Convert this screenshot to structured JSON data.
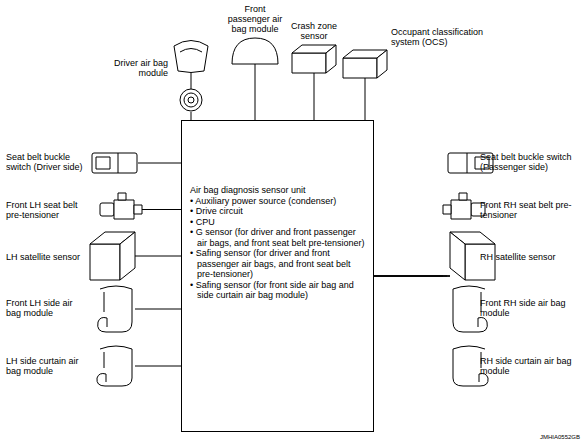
{
  "diagram": {
    "nodes": [
      {
        "text": [
          "Driver air bag module"
        ]
      },
      {
        "text": [
          "Front passenger air bag module"
        ]
      },
      {
        "text": [
          "Crash zone sensor"
        ]
      },
      {
        "text": [
          "Occupant classification system (OCS)"
        ]
      },
      {
        "text": [
          "Seat belt buckle switch (Driver side)"
        ]
      },
      {
        "text": [
          "Seat belt buckle switch (Passenger side)"
        ]
      },
      {
        "text": [
          "Front LH seat belt pre-tensioner"
        ]
      },
      {
        "text": [
          "Front RH seat belt pre-tensioner"
        ]
      },
      {
        "text": [
          "LH satellite sensor"
        ]
      },
      {
        "text": [
          "RH satellite sensor"
        ]
      },
      {
        "text": [
          "Front LH side air bag module"
        ]
      },
      {
        "text": [
          "Front RH side air bag module"
        ]
      },
      {
        "text": [
          "LH side curtain air bag module"
        ]
      },
      {
        "text": [
          "RH side curtain air bag module"
        ]
      },
      {
        "text": [
          "Air bag diagnosis sensor unit",
          "• Auxiliary power source (condenser)",
          "• Drive circuit",
          "• CPU",
          "• G sensor (for driver and front passenger air bags, and front seat belt pre-tensioner)",
          "• Safing sensor (for driver and front passenger air bags, and front seat belt pre-tensioner)",
          "• Safing sensor (for front side air bag and side curtain air bag module)"
        ]
      }
    ],
    "edges": [
      {
        "from": 14,
        "to": 0,
        "arrow": "none"
      },
      {
        "from": 14,
        "to": 1,
        "arrow": "none"
      },
      {
        "from": 14,
        "to": 2,
        "arrow": "none"
      },
      {
        "from": 14,
        "to": 3,
        "arrow": "none"
      },
      {
        "from": 14,
        "to": 4,
        "arrow": "none"
      },
      {
        "from": 14,
        "to": 5,
        "arrow": "none"
      },
      {
        "from": 14,
        "to": 6,
        "arrow": "none"
      },
      {
        "from": 14,
        "to": 7,
        "arrow": "none"
      },
      {
        "from": 14,
        "to": 8,
        "arrow": "none"
      },
      {
        "from": 14,
        "to": 9,
        "arrow": "none"
      },
      {
        "from": 14,
        "to": 10,
        "arrow": "none"
      },
      {
        "from": 14,
        "to": 11,
        "arrow": "none"
      },
      {
        "from": 14,
        "to": 12,
        "arrow": "none"
      },
      {
        "from": 14,
        "to": 13,
        "arrow": "none"
      }
    ],
    "labels": [
      "JMHIA0552GB"
    ]
  }
}
